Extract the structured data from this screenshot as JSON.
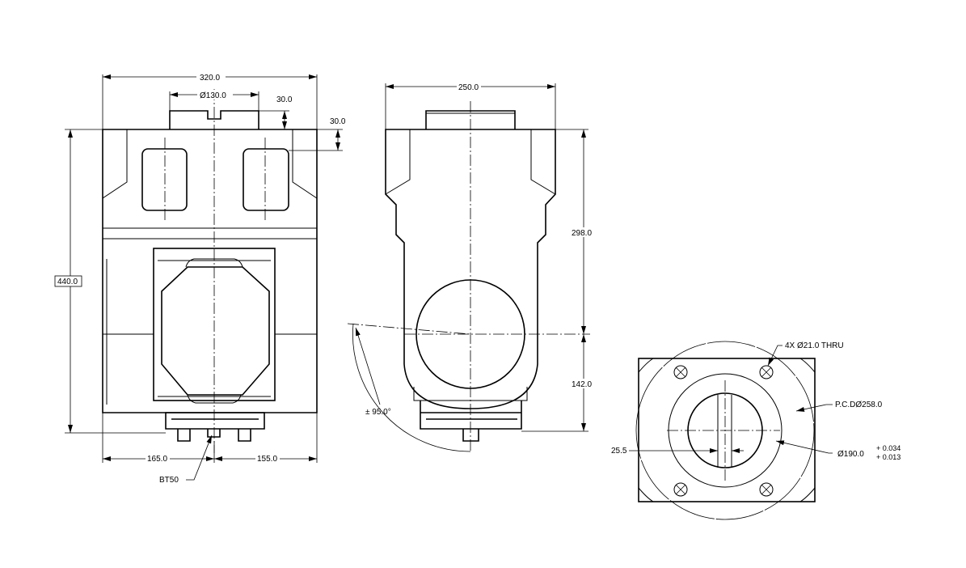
{
  "front_view": {
    "width_dim": "320.0",
    "boss_dia_dim": "Ø130.0",
    "boss_height_dim": "30.0",
    "pocket_offset_dim": "30.0",
    "height_dim": "440.0",
    "left_offset_dim": "165.0",
    "right_offset_dim": "155.0",
    "callout": "BT50"
  },
  "side_view": {
    "width_dim": "250.0",
    "upper_height_dim": "298.0",
    "lower_height_dim": "142.0",
    "angle_dim": "± 95.0°"
  },
  "bottom_view": {
    "holes_callout": "4X Ø21.0 THRU",
    "pcd_callout": "P.C.DØ258.0",
    "slot_dim": "25.5",
    "bore_dim": "Ø190.0",
    "bore_tol_upper": "+ 0.034",
    "bore_tol_lower": "+ 0.013"
  }
}
